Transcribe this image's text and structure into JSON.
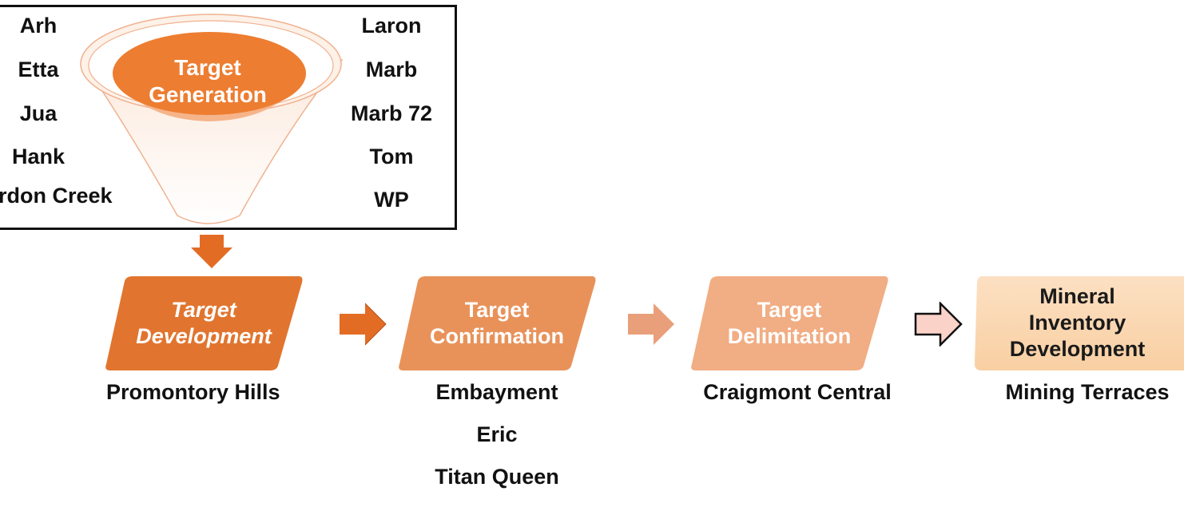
{
  "funnel": {
    "label": "Target\nGeneration",
    "left_targets": [
      "Arh",
      "Etta",
      "Jua",
      "Hank",
      "rdon Creek"
    ],
    "right_targets": [
      "Laron",
      "Marb",
      "Marb 72",
      "Tom",
      "WP"
    ]
  },
  "stages": [
    {
      "label": "Target\nDevelopment",
      "projects": [
        "Promontory Hills"
      ],
      "color": "#E1752F"
    },
    {
      "label": "Target\nConfirmation",
      "projects": [
        "Embayment",
        "Eric",
        "Titan Queen"
      ],
      "color": "#E8925A"
    },
    {
      "label": "Target\nDelimitation",
      "projects": [
        "Craigmont Central"
      ],
      "color": "#F1AD83"
    },
    {
      "label": "Mineral\nInventory\nDevelopment",
      "projects": [
        "Mining Terraces"
      ],
      "color": "#FBD7B3"
    }
  ],
  "colors": {
    "funnel_fill": "#ED7D31",
    "arrow_1": "#E36C25",
    "arrow_2": "#E9A07A",
    "arrow_3": "#FAD2C8"
  }
}
